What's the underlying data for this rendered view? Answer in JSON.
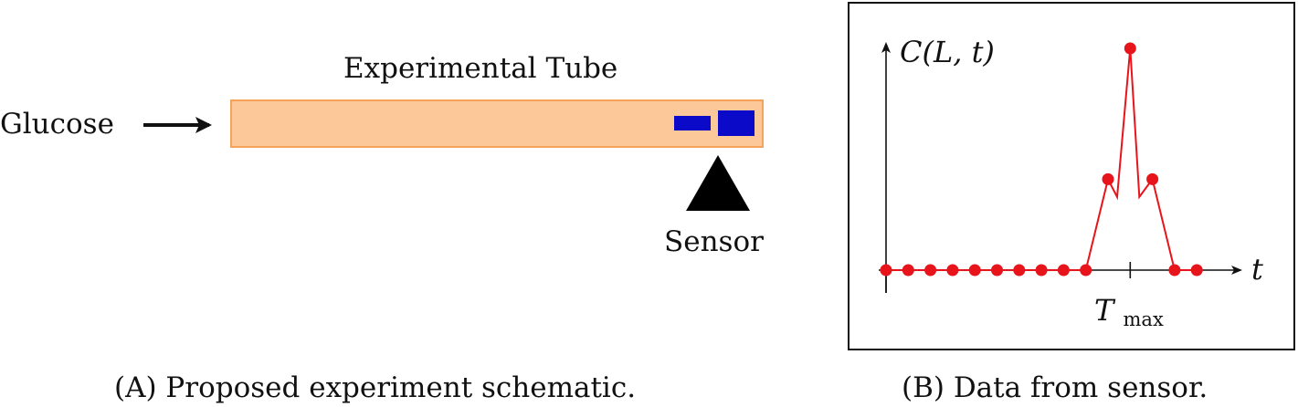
{
  "panel_a": {
    "tube_title": "Experimental Tube",
    "inlet_label": "Glucose",
    "sensor_label": "Sensor",
    "caption": "(A)  Proposed experiment schematic.",
    "colors": {
      "tube_fill": "#fcc899",
      "tube_border": "#f5a25a",
      "sensor_blocks": "#0a0ac8",
      "sensor_marker": "#000000"
    }
  },
  "panel_b": {
    "caption": "(B)  Data from sensor.",
    "y_axis_label": "C(L, t)",
    "x_axis_label": "t",
    "tick_label_main": "T",
    "tick_label_sub": "max"
  },
  "chart_data": {
    "type": "line",
    "x": [
      0,
      1,
      2,
      3,
      4,
      5,
      6,
      7,
      8,
      9,
      10,
      11,
      12,
      13,
      14
    ],
    "y": [
      0,
      0,
      0,
      0,
      0,
      0,
      0,
      0,
      0,
      0,
      0.41,
      1.0,
      0.41,
      0,
      0
    ],
    "marker_color": "#e8141b",
    "line_color": "#e8141b",
    "xlabel": "t",
    "ylabel": "C(L, t)",
    "xticks": [
      {
        "x": 11,
        "label": "T_max"
      }
    ],
    "grid": false
  }
}
